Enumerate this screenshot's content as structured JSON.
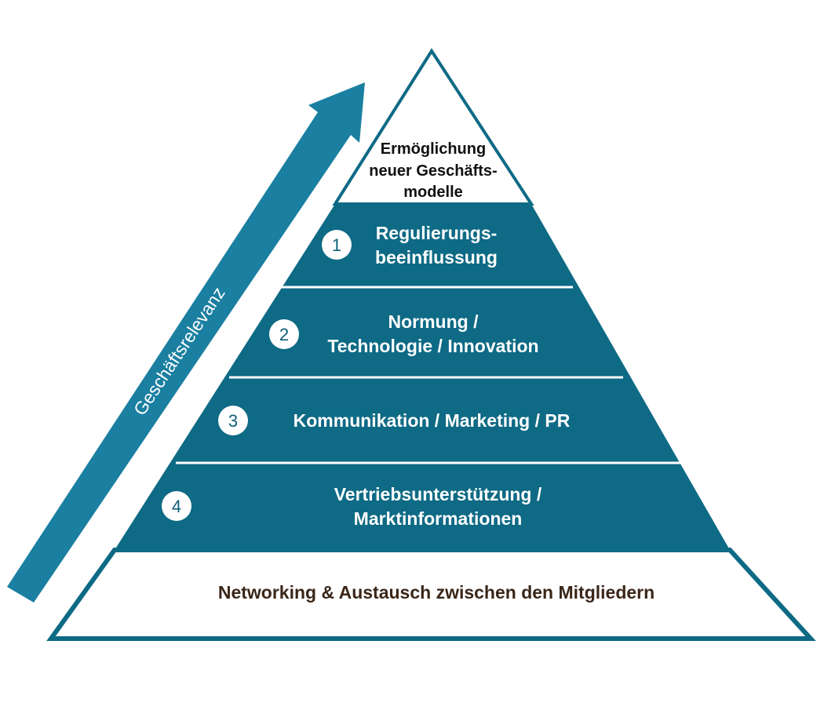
{
  "colors": {
    "pyramid_fill": "#0e6a85",
    "pyramid_outline": "#0e6a85",
    "arrow_fill": "#1a7fa0",
    "separator": "#ffffff",
    "base_text": "#3a2618"
  },
  "arrow": {
    "label": "Geschäftsrelevanz",
    "icon": "arrow-up-right-icon"
  },
  "pyramid": {
    "top": {
      "line1": "Ermöglichung",
      "line2": "neuer Geschäfts-",
      "line3": "modelle"
    },
    "tiers": [
      {
        "number": "1",
        "line1": "Regulierungs-",
        "line2": "beeinflussung"
      },
      {
        "number": "2",
        "line1": "Normung /",
        "line2": "Technologie / Innovation"
      },
      {
        "number": "3",
        "line1": "Kommunikation / Marketing / PR",
        "line2": ""
      },
      {
        "number": "4",
        "line1": "Vertriebsunterstützung /",
        "line2": "Marktinformationen"
      }
    ],
    "base": {
      "label": "Networking & Austausch zwischen den Mitgliedern"
    }
  }
}
